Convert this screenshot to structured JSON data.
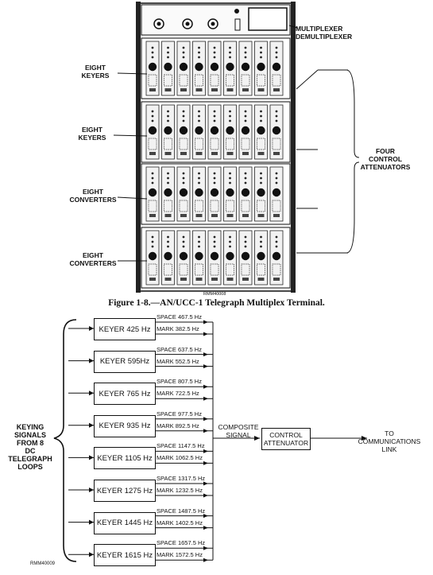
{
  "top_figure": {
    "labels": {
      "mux": [
        "MULTIPLEXER",
        "DEMULTIPLEXER"
      ],
      "keyers_1": [
        "EIGHT",
        "KEYERS"
      ],
      "keyers_2": [
        "EIGHT",
        "KEYERS"
      ],
      "converters_1": [
        "EIGHT",
        "CONVERTERS"
      ],
      "converters_2": [
        "EIGHT",
        "CONVERTERS"
      ],
      "attenuators": [
        "FOUR",
        "CONTROL",
        "ATTENUATORS"
      ]
    },
    "ref_code": "RMM40008",
    "caption": "Figure 1-8.—AN/UCC-1 Telegraph Multiplex Terminal."
  },
  "bottom_figure": {
    "input_label": [
      "KEYING",
      "SIGNALS",
      "FROM 8",
      "DC TELEGRAPH",
      "LOOPS"
    ],
    "composite_label": [
      "COMPOSITE",
      "SIGNAL"
    ],
    "control_box": [
      "CONTROL",
      "ATTENUATOR"
    ],
    "output_label": [
      "TO",
      "COMMUNICATIONS",
      "LINK"
    ],
    "ref_code": "RMM40009",
    "keyers": [
      {
        "label": "KEYER 425 Hz",
        "space": "SPACE  467.5 Hz",
        "mark": "MARK   382.5 Hz"
      },
      {
        "label": "KEYER 595Hz",
        "space": "SPACE  637.5 Hz",
        "mark": "MARK   552.5 Hz"
      },
      {
        "label": "KEYER 765 Hz",
        "space": "SPACE  807.5 Hz",
        "mark": "MARK   722.5 Hz"
      },
      {
        "label": "KEYER 935 Hz",
        "space": "SPACE  977.5 Hz",
        "mark": "MARK   892.5 Hz"
      },
      {
        "label": "KEYER 1105 Hz",
        "space": "SPACE  1147.5 Hz",
        "mark": "MARK  1062.5 Hz"
      },
      {
        "label": "KEYER 1275 Hz",
        "space": "SPACE  1317.5 Hz",
        "mark": "MARK  1232.5 Hz"
      },
      {
        "label": "KEYER 1445 Hz",
        "space": "SPACE  1487.5 Hz",
        "mark": "MARK  1402.5 Hz"
      },
      {
        "label": "KEYER 1615 Hz",
        "space": "SPACE  1657.5 Hz",
        "mark": "MARK  1572.5 Hz"
      }
    ]
  }
}
